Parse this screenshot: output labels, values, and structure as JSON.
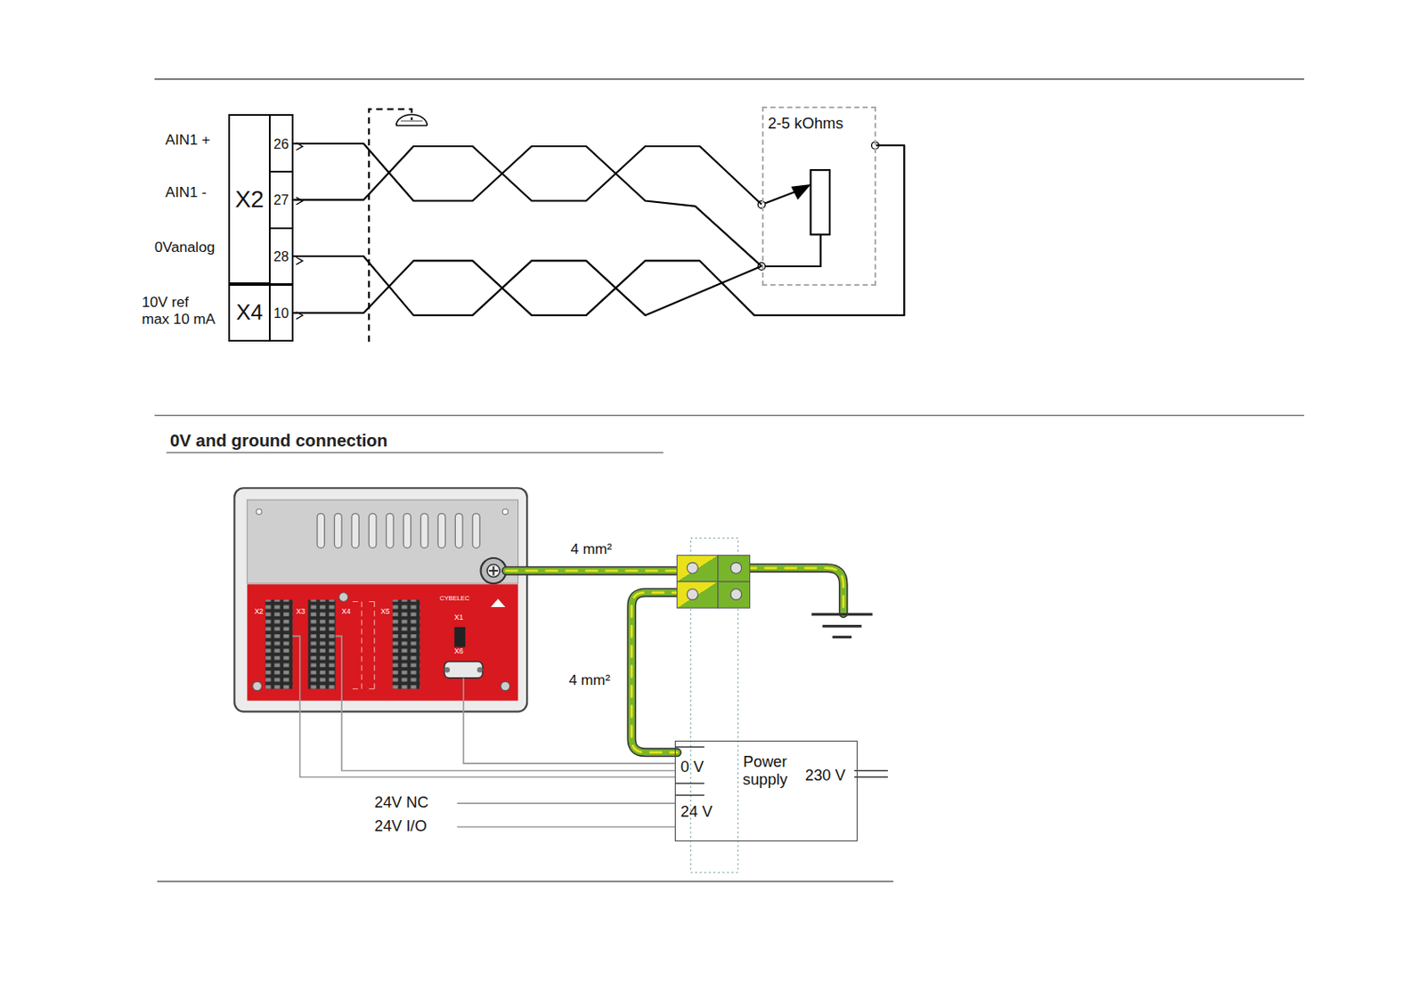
{
  "diagram": {
    "title": "0V and ground connection",
    "nodes": [
      {
        "text": [
          "X2"
        ]
      },
      {
        "text": [
          "X4"
        ]
      },
      {
        "text": [
          "26"
        ]
      },
      {
        "text": [
          "27"
        ]
      },
      {
        "text": [
          "28"
        ]
      },
      {
        "text": [
          "10"
        ]
      },
      {
        "text": [
          "2-5 kOhms"
        ]
      },
      {
        "text": [
          "Power supply",
          "0 V",
          "24 V",
          "230 V"
        ]
      }
    ],
    "edges": [
      {
        "from": 2,
        "to": 6,
        "arrow": "none"
      },
      {
        "from": 3,
        "to": 6,
        "arrow": "none"
      },
      {
        "from": 4,
        "to": 6,
        "arrow": "none"
      },
      {
        "from": 5,
        "to": 6,
        "arrow": "none"
      }
    ],
    "labels": [
      "AIN1 +",
      "AIN1 -",
      "0Vanalog",
      "10V ref max 10 mA",
      "X2",
      "X3",
      "X4",
      "X5",
      "X1",
      "X6",
      "CYBELEC",
      "4 mm²",
      "4 mm²",
      "24V NC",
      "24V I/O"
    ]
  }
}
